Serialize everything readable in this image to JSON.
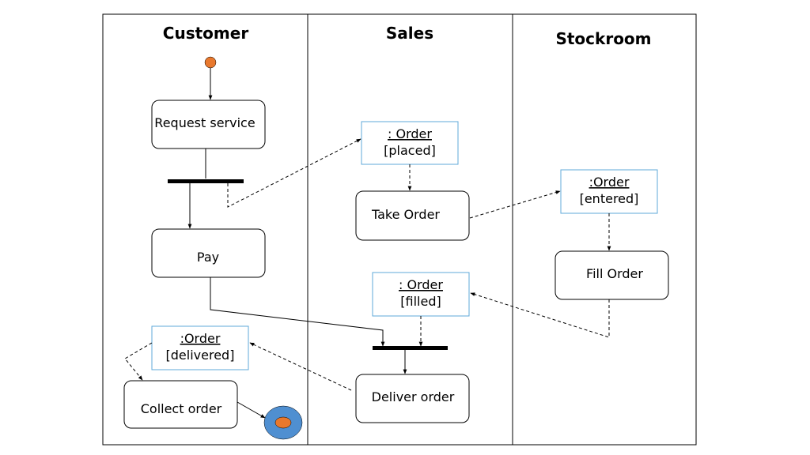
{
  "lanes": [
    {
      "title": "Customer"
    },
    {
      "title": "Sales"
    },
    {
      "title": "Stockroom"
    }
  ],
  "activities": {
    "request_service": "Request service",
    "pay": "Pay",
    "collect_order": "Collect order",
    "take_order": "Take Order",
    "deliver_order": "Deliver order",
    "fill_order": "Fill Order"
  },
  "objects": {
    "order_placed": {
      "name": ": Order",
      "state": "[placed]"
    },
    "order_entered": {
      "name": ":Order",
      "state": "[entered]"
    },
    "order_filled": {
      "name": ": Order",
      "state": "[filled]"
    },
    "order_delivered": {
      "name": ":Order",
      "state": "[delivered]"
    }
  },
  "colors": {
    "initial_node": "#e8782d",
    "final_outer": "#4f8fd1",
    "final_inner": "#e8782d",
    "object_border": "#5fa8d8"
  }
}
